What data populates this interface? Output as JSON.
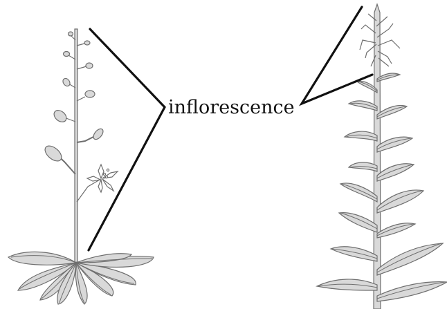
{
  "diagram": {
    "label": "inflorescence",
    "colors": {
      "ink": "#6e6e6e",
      "leaf_fill": "#d9d9d9",
      "pointer": "#111111",
      "background": "#ffffff"
    },
    "parts": [
      "left-plant-rosette",
      "left-plant-inflorescence",
      "right-plant-stem-leaves",
      "right-plant-inflorescence"
    ]
  }
}
